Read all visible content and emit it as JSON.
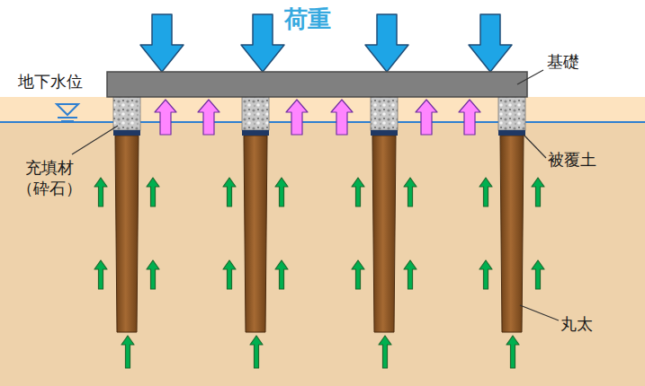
{
  "diagram": {
    "title": "荷重",
    "labels": [
      "基礎",
      "地下水位",
      "充填材 （砕石）",
      "被覆土",
      "丸太"
    ]
  }
}
